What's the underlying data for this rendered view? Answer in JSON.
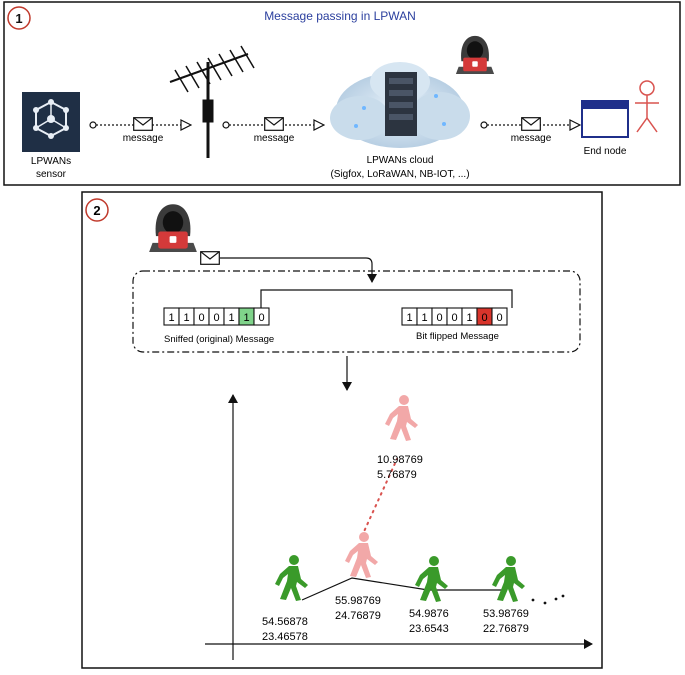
{
  "panel1": {
    "badge": "1",
    "title": "Message passing in LPWAN",
    "sensor_label_line1": "LPWANs",
    "sensor_label_line2": "sensor",
    "message_label": "message",
    "cloud_label_line1": "LPWANs cloud",
    "cloud_label_line2": "(Sigfox, LoRaWAN, NB-IOT, ...)",
    "end_node_label": "End node"
  },
  "panel2": {
    "badge": "2",
    "sniffed_bits": [
      "1",
      "1",
      "0",
      "0",
      "1",
      "1",
      "0"
    ],
    "sniffed_highlight_index": 5,
    "sniffed_label": "Sniffed (original) Message",
    "flipped_bits": [
      "1",
      "1",
      "0",
      "0",
      "1",
      "0",
      "0"
    ],
    "flipped_highlight_index": 5,
    "flipped_label": "Bit flipped Message",
    "points": [
      {
        "line1": "54.56878",
        "line2": "23.46578"
      },
      {
        "line1": "55.98769",
        "line2": "24.76879"
      },
      {
        "line1": "54.9876",
        "line2": "23.6543"
      },
      {
        "line1": "53.98769",
        "line2": "22.76879"
      },
      {
        "line1": "10.98769",
        "line2": "5.76879"
      }
    ]
  },
  "colors": {
    "title_blue": "#2b3f9e",
    "badge_red": "#c0392b",
    "walker_green": "#3a9a2a",
    "walker_pink": "#f2a8a8",
    "bit_green": "#7fd38a",
    "bit_red": "#d9342b",
    "sensor_bg": "#1f2f45",
    "actor_red": "#d9534f"
  }
}
